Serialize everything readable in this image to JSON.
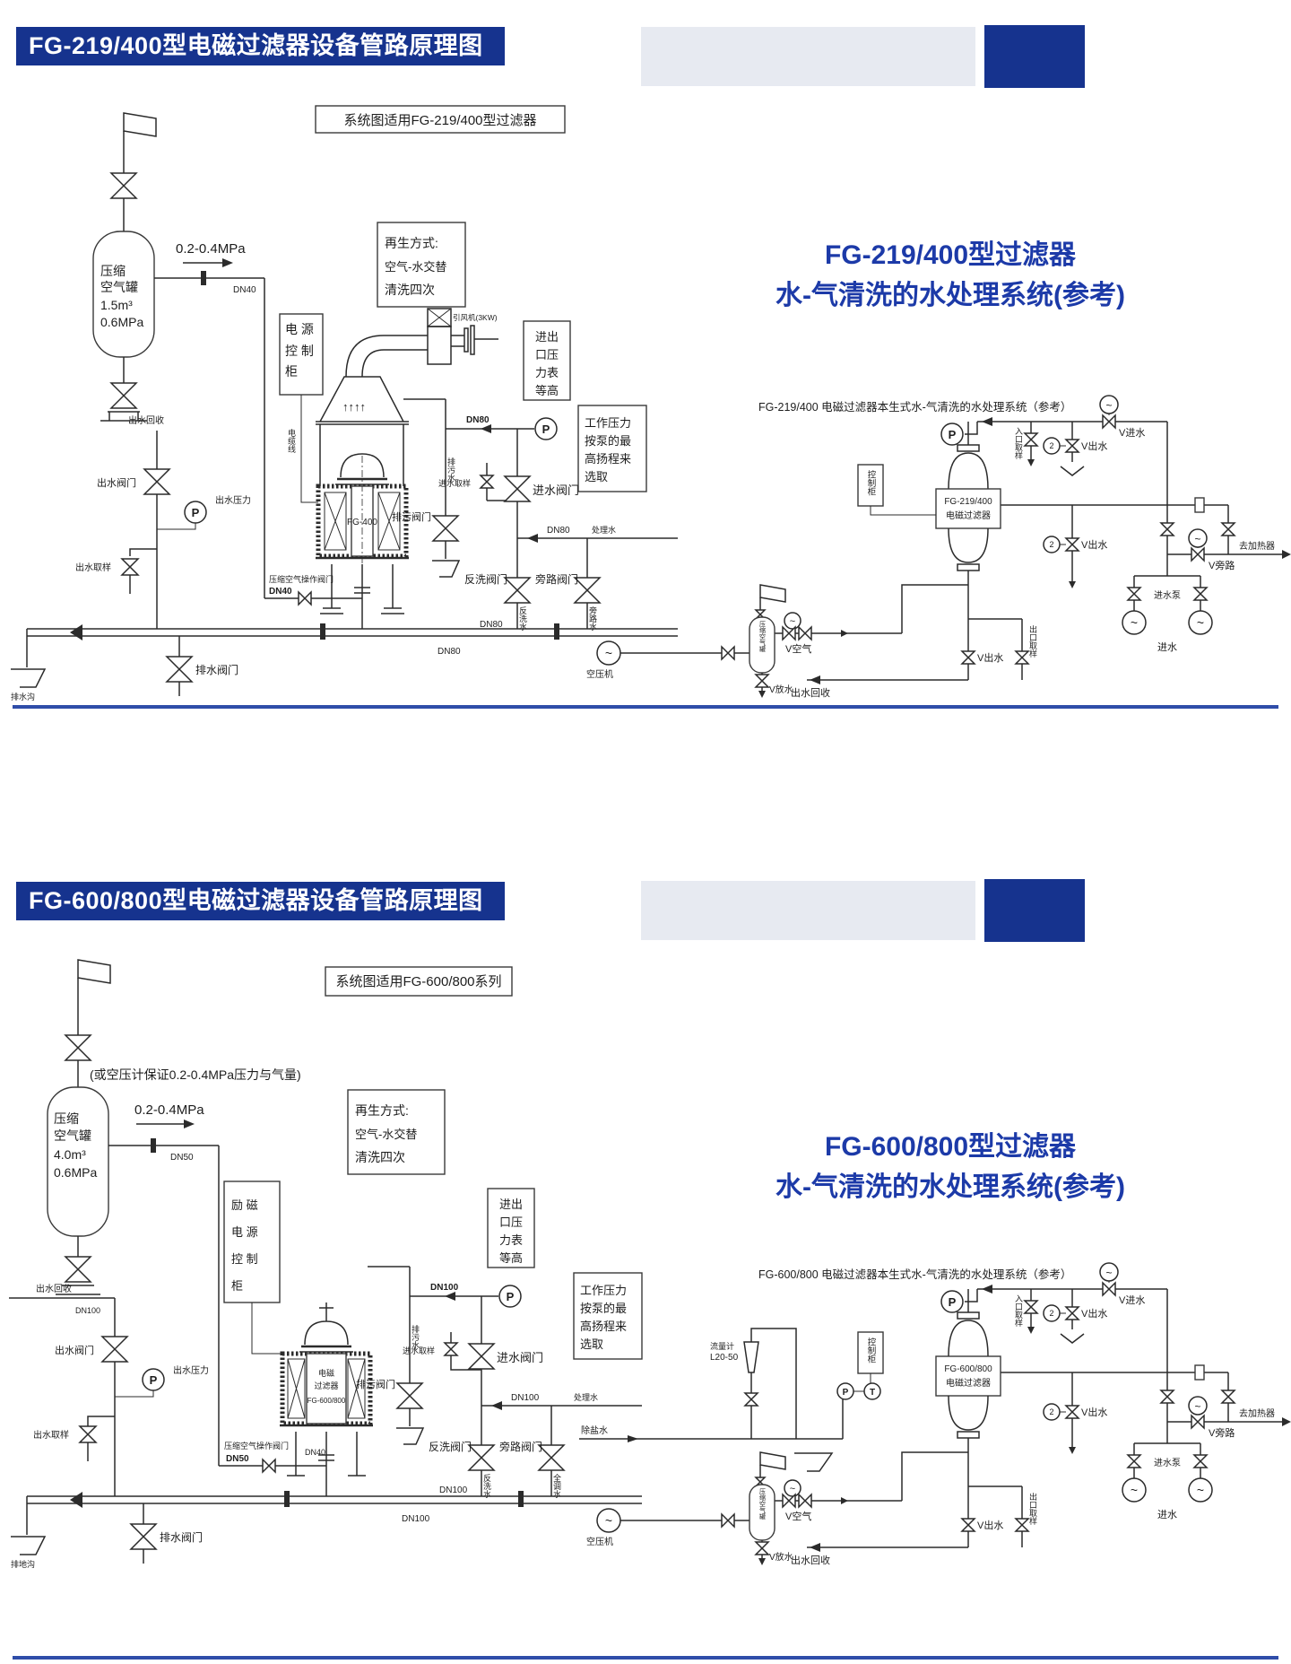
{
  "common": {
    "p": "P",
    "t": "T",
    "tilde": "~",
    "act": "2",
    "arrows": "↑↑↑↑",
    "pressure": "0.2-0.4MPa",
    "dn40": "DN40",
    "dn50": "DN50",
    "dn80": "DN80",
    "dn100": "DN100",
    "tank_name1": "压缩",
    "tank_name2": "空气罐",
    "tank_pressure": "0.6MPa",
    "regen1": "再生方式:",
    "regen2": "空气-水交替",
    "regen3": "清洗四次",
    "gauge1": "进出",
    "gauge2": "口压",
    "gauge3": "力表",
    "gauge4": "等高",
    "work1": "工作压力",
    "work2": "按泵的最",
    "work3": "高扬程来",
    "work4": "选取",
    "outlet_recycle": "出水回收",
    "outlet_valve": "出水阀门",
    "outlet_pressure": "出水压力",
    "outlet_sample": "出水取样",
    "inlet_valve": "进水阀门",
    "inlet_sample": "进水取样",
    "blowdown_valve": "排污阀门",
    "blowdown_water": "排污水",
    "backwash_valve": "反洗阀门",
    "backwash_water": "反洗水",
    "bypass_valve": "旁路阀门",
    "drain_valve": "排水阀门",
    "treated_water": "处理水",
    "air_op_valve": "压缩空气操作阀门",
    "vessel_name": "电磁过滤器",
    "air_tank": "压缩空气罐",
    "v_out": "V出水",
    "v_in": "V进水",
    "v_air": "V空气",
    "v_drain": "V放水",
    "v_bypass": "V旁路",
    "to_heater": "去加热器",
    "compressor": "空压机",
    "inlet_pump": "进水泵",
    "inlet": "进水",
    "inlet_sample2": "入口取样",
    "outlet_sample2": "出口取样",
    "ctrl_cabinet": "控制柜"
  },
  "s1": {
    "banner": "FG-219/400型电磁过滤器设备管路原理图",
    "caption": "系统图适用FG-219/400型过滤器",
    "title1": "FG-219/400型过滤器",
    "title2": "水-气清洗的水处理系统(参考)",
    "rheader": "FG-219/400      电磁过滤器本生式水-气清洗的水处理系统（参考）",
    "vessel": "FG-400",
    "model": "FG-219/400",
    "tank_vol": "1.5m³",
    "power1": "电 源",
    "power2": "控 制",
    "power3": "柜",
    "cable": "电缆线",
    "fan": "引风机(3KW)",
    "bypass_water": "旁路水",
    "ditch": "排水沟"
  },
  "s2": {
    "banner": "FG-600/800型电磁过滤器设备管路原理图",
    "caption": "系统图适用FG-600/800系列",
    "note": "(或空压计保证0.2-0.4MPa压力与气量)",
    "title1": "FG-600/800型过滤器",
    "title2": "水-气清洗的水处理系统(参考)",
    "rheader": "FG-600/800      电磁过滤器本生式水-气清洗的水处理系统（参考）",
    "model": "FG-600/800",
    "vessel1": "电磁",
    "vessel2": "过滤器",
    "tank_vol": "4.0m³",
    "power1": "励 磁",
    "power2": "电 源",
    "power3": "控 制",
    "power4": "柜",
    "allwater": "全调水",
    "ditch": "排地沟",
    "flow1": "流量计",
    "flow2": "L20-50",
    "desalt": "除盐水"
  }
}
